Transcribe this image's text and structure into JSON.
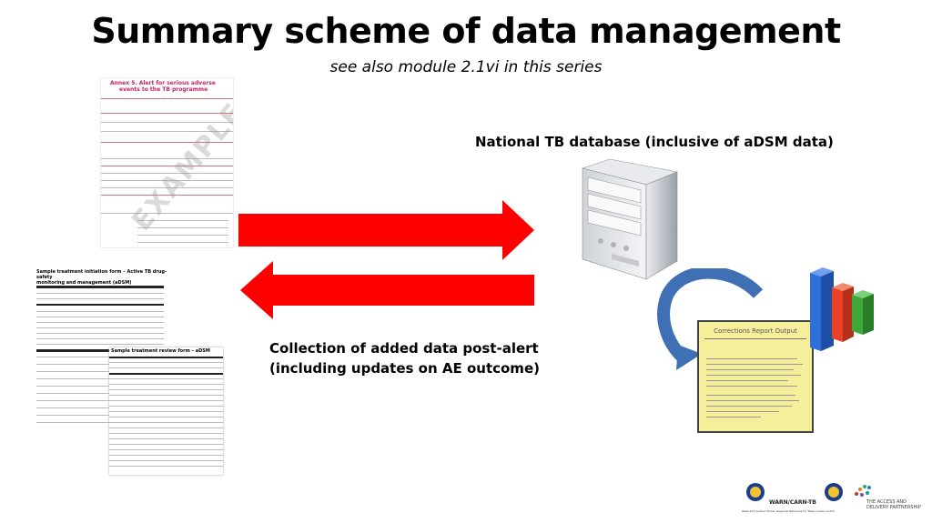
{
  "slide": {
    "title": "Summary scheme of data management",
    "subtitle": "see also module 2.1vi in this series"
  },
  "nodes": {
    "database_label": "National TB database (inclusive of aDSM data)",
    "collection_label_line1": "Collection of added data post-alert",
    "collection_label_line2": "(including updates on AE outcome)"
  },
  "forms": {
    "alert_form": {
      "title_line1": "Annex 5. Alert for serious adverse",
      "title_line2": "events to the TB programme",
      "watermark": "EXAMPLE"
    },
    "initiation_form": {
      "title_line1": "Sample treatment initiation form – Active TB drug-safety",
      "title_line2": "monitoring and management (aDSM)"
    },
    "review_form": {
      "title": "Sample treatment review form – aDSM"
    }
  },
  "report": {
    "title": "Corrections Report Output"
  },
  "logos": {
    "warn_carn": "WARN/CARN-TB",
    "warn_carn_sub": "West and Central African Regional Networks for Tuberculosis control",
    "partner_line1": "THE ACCESS AND",
    "partner_line2": "DELIVERY PARTNERSHIP"
  },
  "colors": {
    "arrow_red": "#ff0000",
    "curve_blue": "#3f6fb5",
    "report_yellow": "#f5ee9a",
    "bar_blue": "#2f6fd8",
    "bar_red": "#e8432a",
    "bar_green": "#3ea83a"
  }
}
